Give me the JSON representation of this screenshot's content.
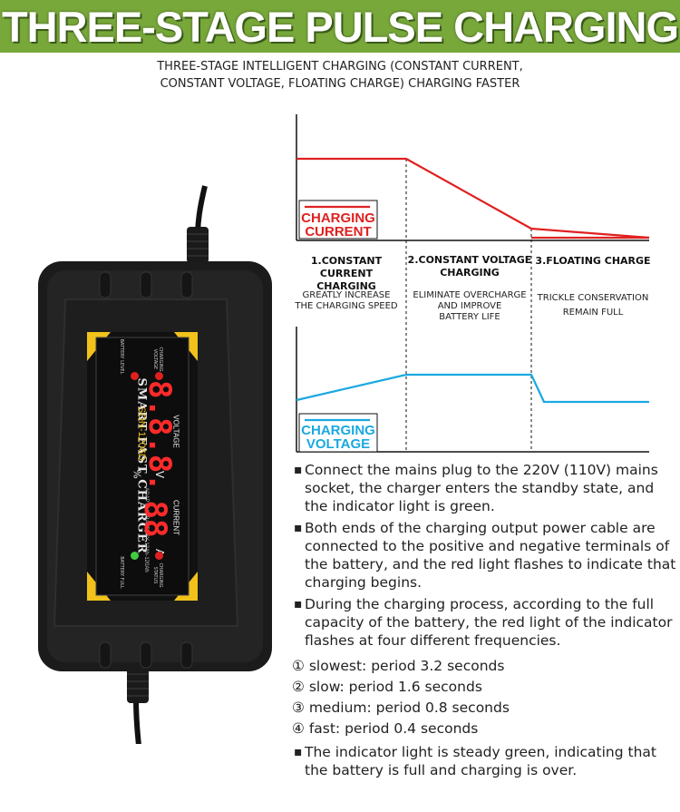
{
  "banner": {
    "title": "THREE-STAGE PULSE CHARGING"
  },
  "subtitle": {
    "line1": "THREE-STAGE INTELLIGENT CHARGING (CONSTANT CURRENT,",
    "line2": "CONSTANT VOLTAGE, FLOATING CHARGE) CHARGING FASTER"
  },
  "graph": {
    "current_legend": {
      "line1": "CHARGING",
      "line2": "CURRENT",
      "color": "#e02020"
    },
    "voltage_legend": {
      "line1": "CHARGING",
      "line2": "VOLTAGE",
      "color": "#1aa9e0"
    },
    "stages": [
      {
        "title1": "1.CONSTANT CURRENT",
        "title2": "CHARGING",
        "desc1": "GREATLY INCREASE",
        "desc2": "THE CHARGING SPEED",
        "desc3": ""
      },
      {
        "title1": "2.CONSTANT VOLTAGE",
        "title2": "CHARGING",
        "desc1": "ELIMINATE OVERCHARGE",
        "desc2": "AND IMPROVE",
        "desc3": "BATTERY LIFE"
      },
      {
        "title1": "3.FLOATING CHARGE",
        "title2": "",
        "desc1": "TRICKLE CONSERVATION",
        "desc2": "REMAIN FULL",
        "desc3": ""
      }
    ]
  },
  "charger": {
    "brand": "SMART FAST CHARGER",
    "model": "SON-1206D",
    "spec": "ADAPTIVE BATTERY 12Ah-120Ah",
    "voltage_label": "VOLTAGE",
    "current_label": "CURRENT",
    "voltage_digits": "8.8.8.",
    "current_digits": "88",
    "v_unit": "V",
    "a_unit": "A",
    "percent": "%",
    "battery_level": "BATTERY LEVEL",
    "charging_voltage": "CHARGING VOLTAGE",
    "charging_status": "CHARGING STATUS",
    "battery_full": "BATTERY FULL"
  },
  "notes": {
    "bullet_mark": "▪",
    "bullets_top": [
      "Connect the mains plug to the 220V (110V) mains socket, the charger enters the standby state, and the indicator light is green.",
      "Both ends of the charging output power cable are connected to the positive and negative terminals of the battery, and the red light flashes to indicate that charging begins.",
      "During the charging process, according to the full capacity of the battery, the red light of the indicator flashes at four different frequencies."
    ],
    "steps": [
      "① slowest: period 3.2 seconds",
      "② slow: period 1.6 seconds",
      "③ medium: period 0.8 seconds",
      "④ fast: period 0.4 seconds"
    ],
    "bullet_last": "The indicator light is steady green, indicating that the battery is full and charging is over."
  }
}
